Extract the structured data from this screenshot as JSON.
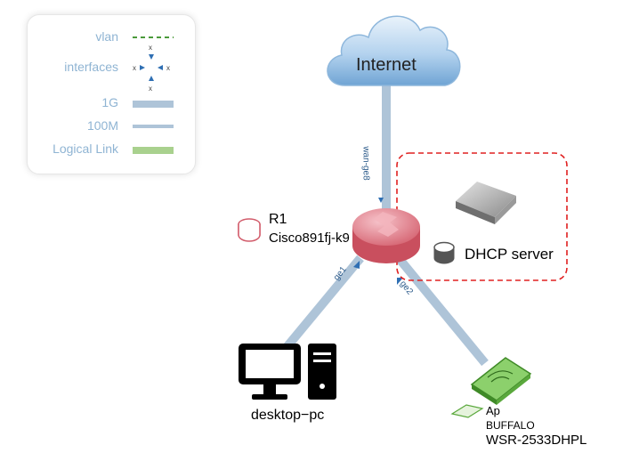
{
  "legend": {
    "vlan": "vlan",
    "interfaces": "interfaces",
    "speed_1g": "1G",
    "speed_100m": "100M",
    "logical_link": "Logical Link",
    "vlan_color": "#4a9a3a",
    "link_color": "#aec4d8",
    "logical_color": "#a9d18e"
  },
  "cloud": {
    "label": "Internet"
  },
  "router": {
    "name": "R1",
    "model": "Cisco891fj-k9",
    "color": "#e57c8a"
  },
  "dhcp": {
    "label": "DHCP server",
    "border_color": "#e02020"
  },
  "pc": {
    "label": "desktop−pc"
  },
  "ap": {
    "name": "Ap",
    "vendor": "BUFFALO",
    "model": "WSR-2533DHPL",
    "color": "#5aa83c"
  },
  "ports": {
    "wan": "wan-ge8",
    "ge1": "ge1",
    "ge2": "ge2"
  }
}
